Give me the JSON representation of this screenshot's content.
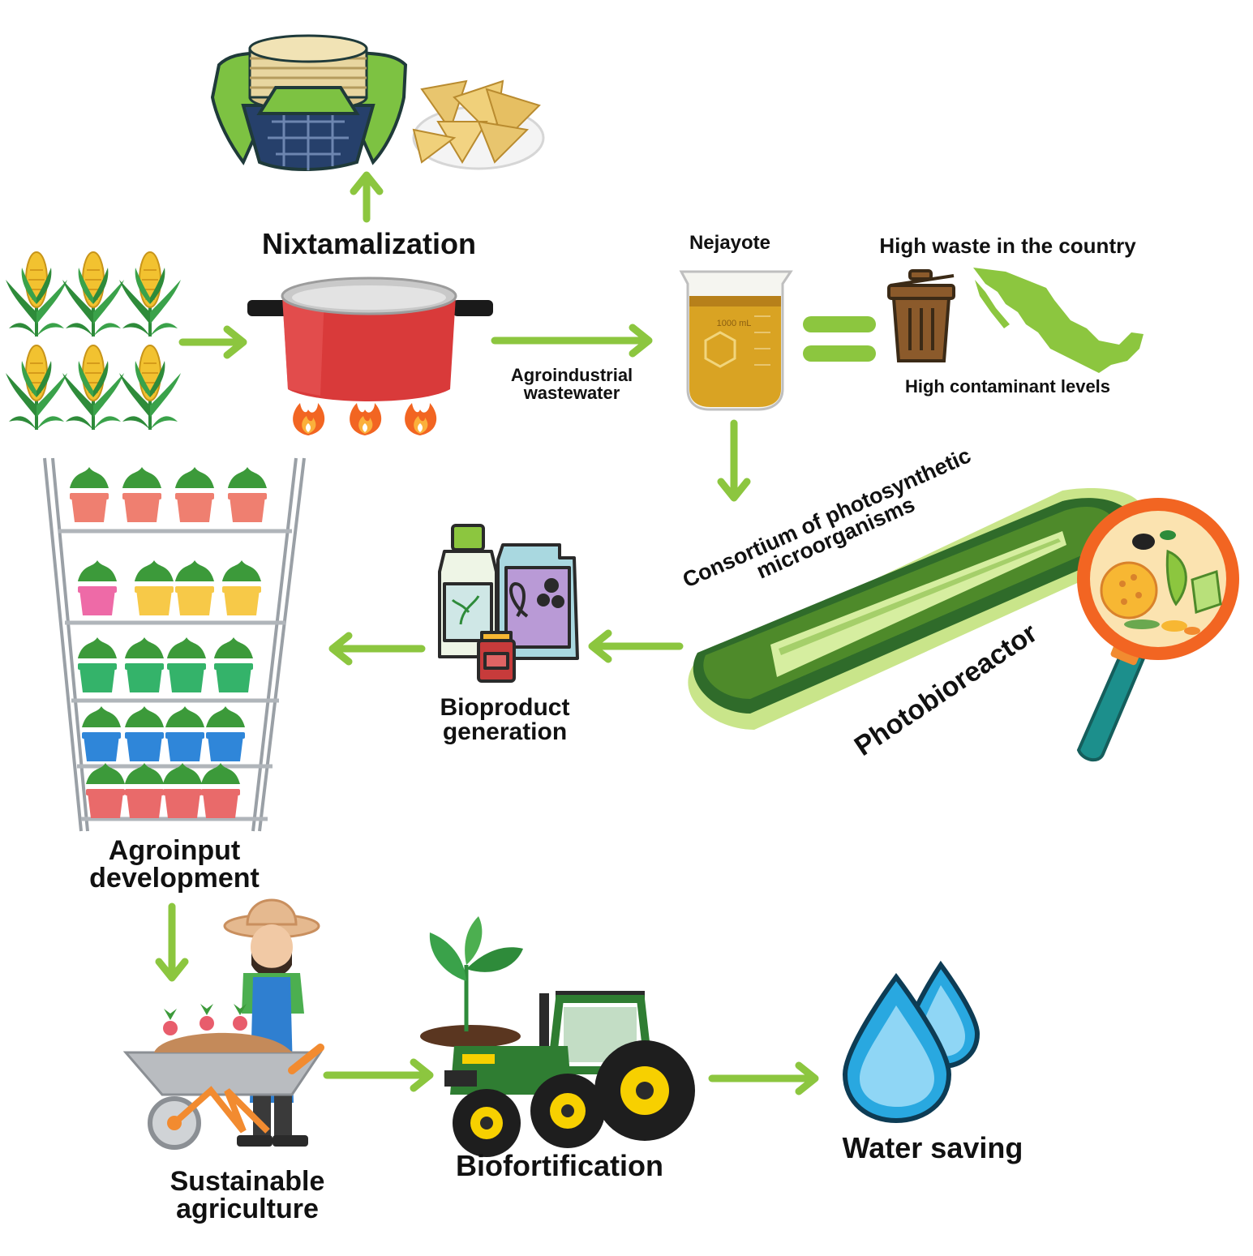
{
  "labels": {
    "nixtamalization": "Nixtamalization",
    "nejayote": "Nejayote",
    "high_waste": "High waste in the country",
    "agroindustrial_wastewater": [
      "Agroindustrial",
      "wastewater"
    ],
    "high_contaminant": "High contaminant levels",
    "consortium": [
      "Consortium of photosynthetic",
      "microorganisms"
    ],
    "photobioreactor": "Photobioreactor",
    "bioproduct_generation": [
      "Bioproduct",
      "generation"
    ],
    "agroinput_development": [
      "Agroinput",
      "development"
    ],
    "sustainable_agriculture": [
      "Sustainable",
      "agriculture"
    ],
    "biofortification": "Biofortification",
    "water_saving": "Water saving"
  },
  "beaker_text": "1000 mL",
  "colors": {
    "arrow": "#8cc63f",
    "corn_leaf": "#2e8b3a",
    "corn_kernel": "#f2c230",
    "pot": "#d93a3a",
    "nejayote": "#d9a323",
    "reactor": "#4e8a2a",
    "water_drop": "#29a8e0",
    "tractor": "#2f7d32"
  },
  "icons": [
    "corn-plants-icon",
    "tortilla-basket-icon",
    "tortilla-chips-icon",
    "cooking-pot-icon",
    "fire-icon",
    "beaker-icon",
    "equals-icon",
    "trash-can-icon",
    "mexico-map-icon",
    "raceway-pond-icon",
    "magnifier-icon",
    "bioproduct-bottles-icon",
    "plant-shelf-icon",
    "farmer-wheelbarrow-icon",
    "tractor-icon",
    "sprout-icon",
    "water-drops-icon"
  ]
}
